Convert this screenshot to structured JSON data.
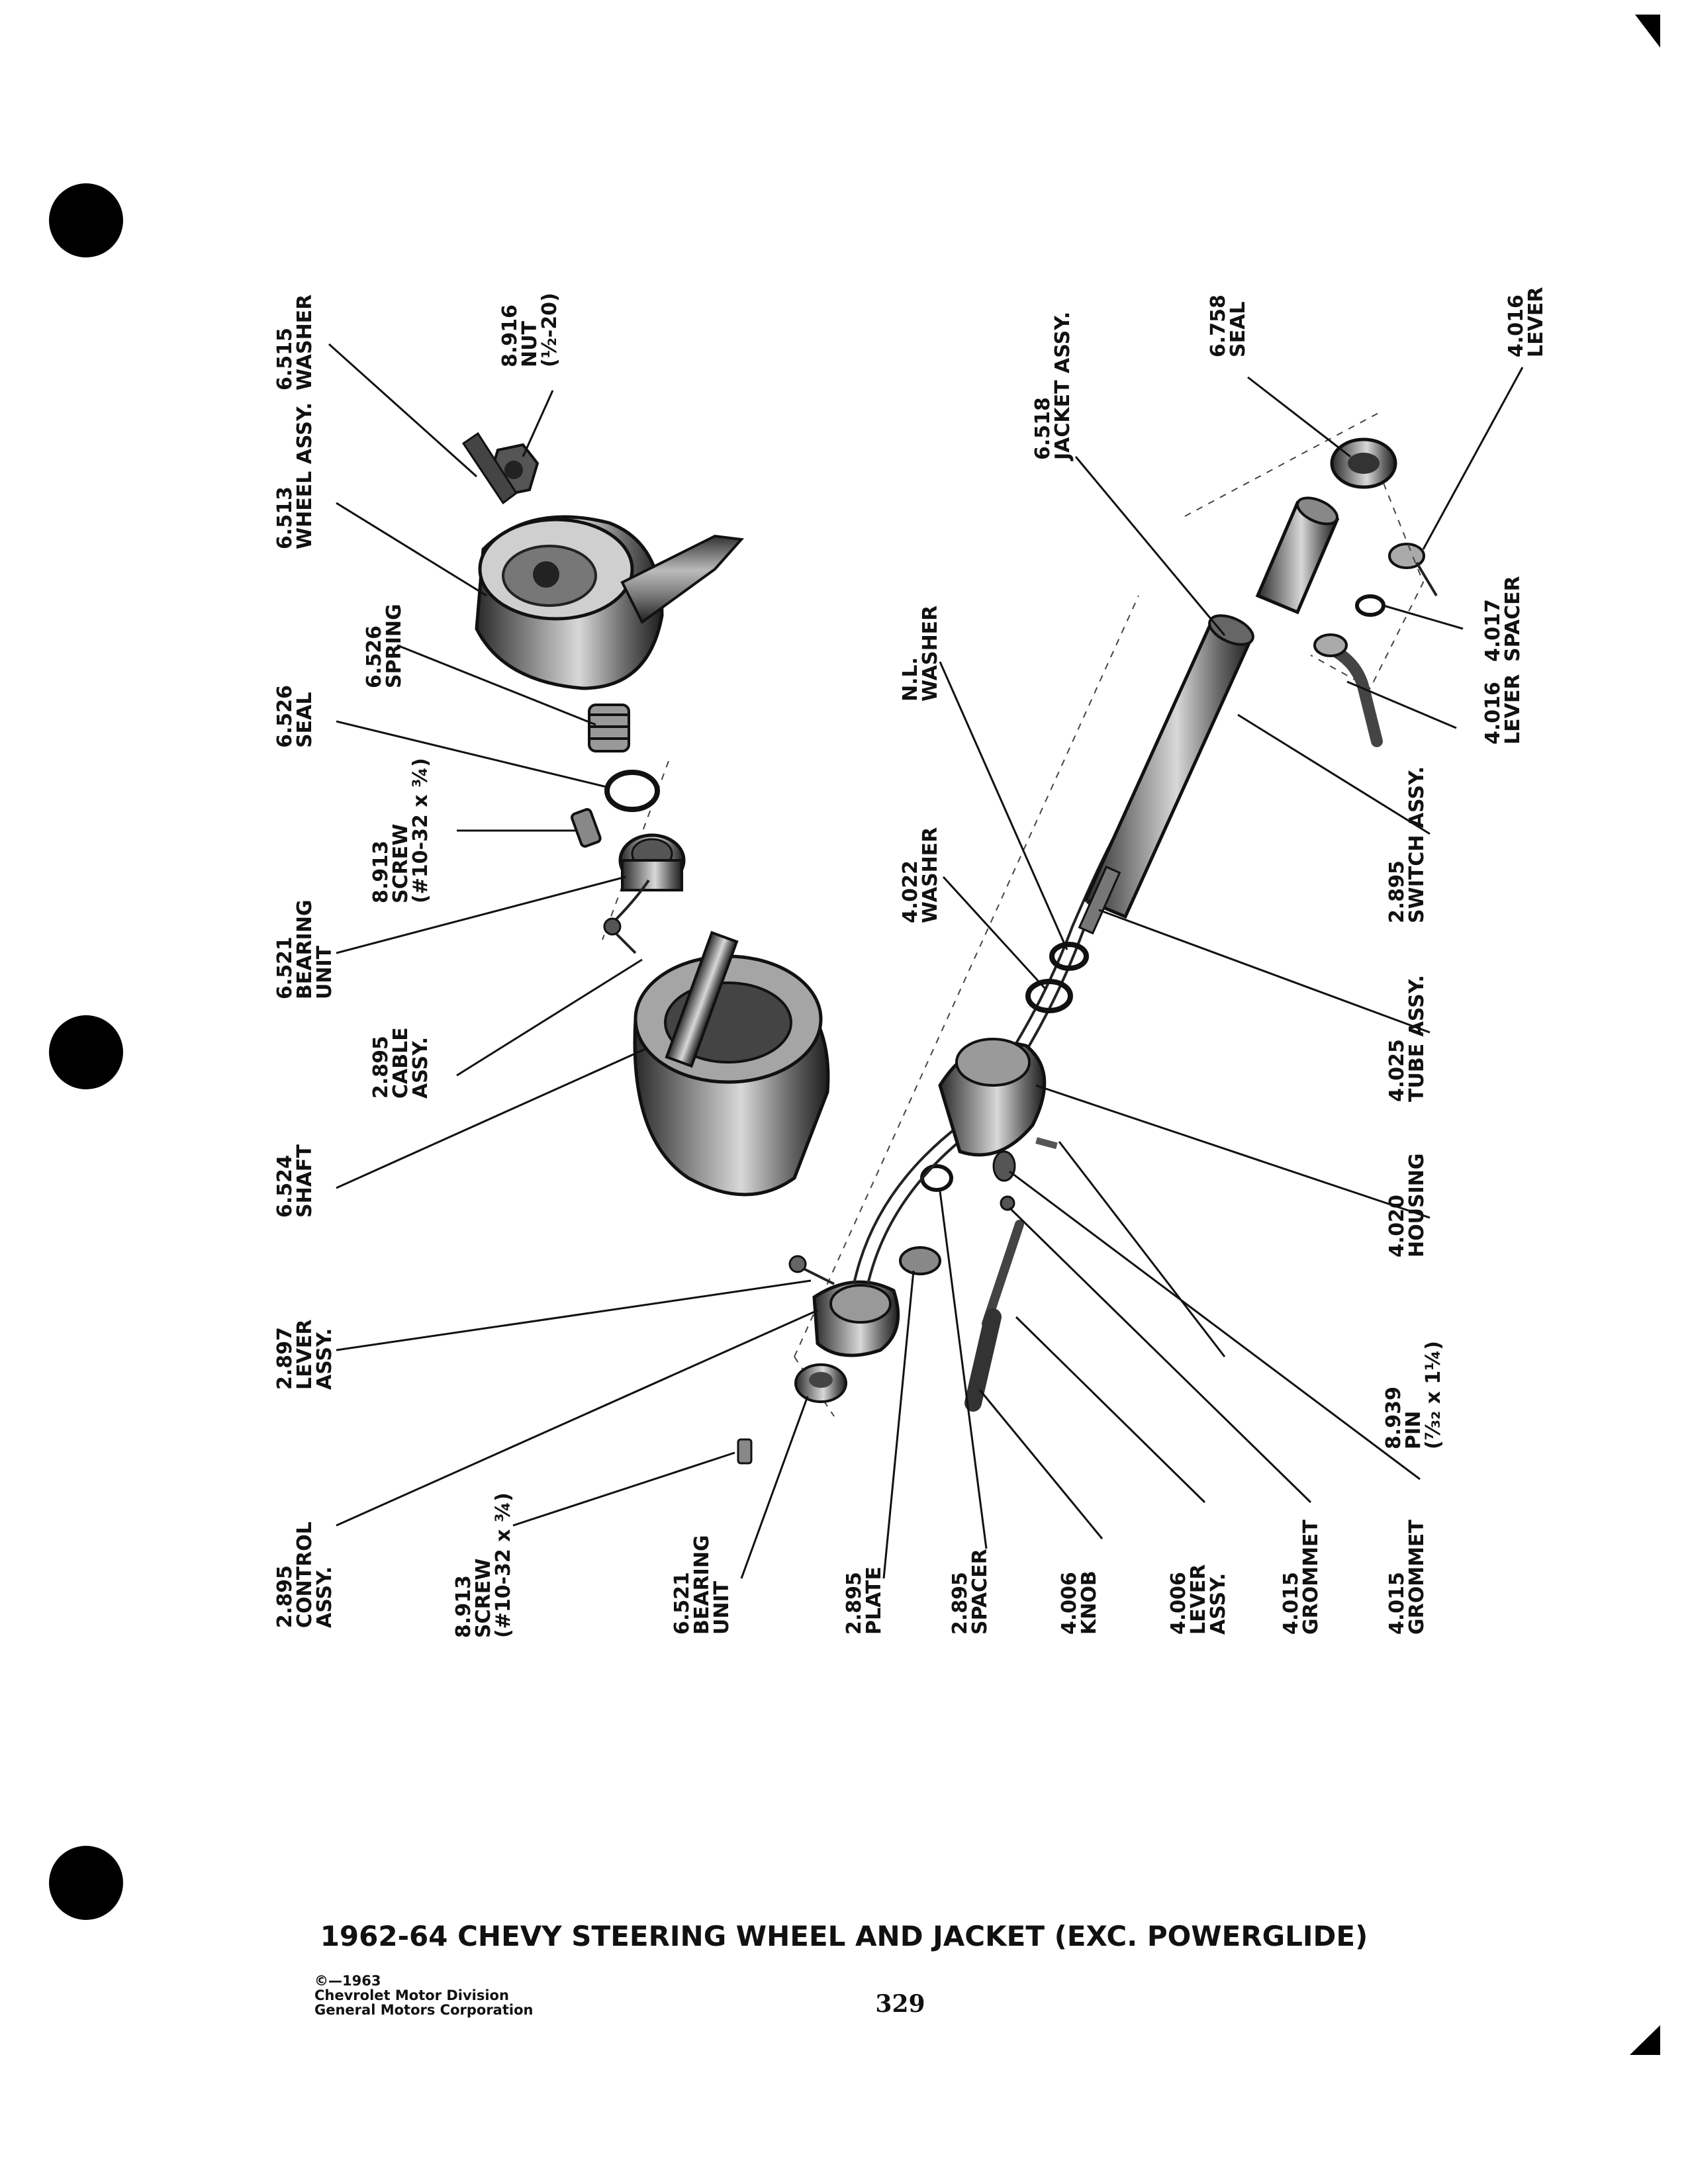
{
  "title": "1962-64 CHEVY STEERING WHEEL AND JACKET (EXC. POWERGLIDE)",
  "page_number": "329",
  "credit": [
    "©—1963",
    "Chevrolet Motor Division",
    "General Motors Corporation"
  ],
  "labels": {
    "washer_6515": [
      "6.515",
      "WASHER"
    ],
    "nut_8916": [
      "8.916",
      "NUT",
      "(½-20)"
    ],
    "wheel_6513": [
      "6.513",
      "WHEEL ASSY."
    ],
    "spring_6526": [
      "6.526",
      "SPRING"
    ],
    "seal_6526": [
      "6.526",
      "SEAL"
    ],
    "screw_8913_a": [
      "8.913",
      "SCREW",
      "(#10-32 x ¾)"
    ],
    "bearing_6521_a": [
      "6.521",
      "BEARING",
      "UNIT"
    ],
    "cable_2895": [
      "2.895",
      "CABLE",
      "ASSY."
    ],
    "shaft_6524": [
      "6.524",
      "SHAFT"
    ],
    "lever_2897": [
      "2.897",
      "LEVER",
      "ASSY."
    ],
    "control_2895": [
      "2.895",
      "CONTROL",
      "ASSY."
    ],
    "screw_8913_b": [
      "8.913",
      "SCREW",
      "(#10-32 x ¾)"
    ],
    "bearing_6521_b": [
      "6.521",
      "BEARING",
      "UNIT"
    ],
    "plate_2895": [
      "2.895",
      "PLATE"
    ],
    "spacer_2895": [
      "2.895",
      "SPACER"
    ],
    "knob_4006": [
      "4.006",
      "KNOB"
    ],
    "lever_4006": [
      "4.006",
      "LEVER",
      "ASSY."
    ],
    "grommet_4015_a": [
      "4.015",
      "GROMMET"
    ],
    "grommet_4015_b": [
      "4.015",
      "GROMMET"
    ],
    "pin_8939": [
      "8.939",
      "PIN",
      "(⁷⁄₃₂ x 1¼)"
    ],
    "housing_4020": [
      "4.020",
      "HOUSING"
    ],
    "tube_4025": [
      "4.025",
      "TUBE ASSY."
    ],
    "washer_4022": [
      "4.022",
      "WASHER"
    ],
    "nl_washer": [
      "N.L.",
      "WASHER"
    ],
    "switch_2895": [
      "2.895",
      "SWITCH ASSY."
    ],
    "jacket_6518": [
      "6.518",
      "JACKET ASSY."
    ],
    "seal_6758": [
      "6.758",
      "SEAL"
    ],
    "lever_4016_a": [
      "4.016",
      "LEVER"
    ],
    "spacer_4017": [
      "4.017",
      "SPACER"
    ],
    "lever_4016_b": [
      "4.016",
      "LEVER"
    ]
  }
}
